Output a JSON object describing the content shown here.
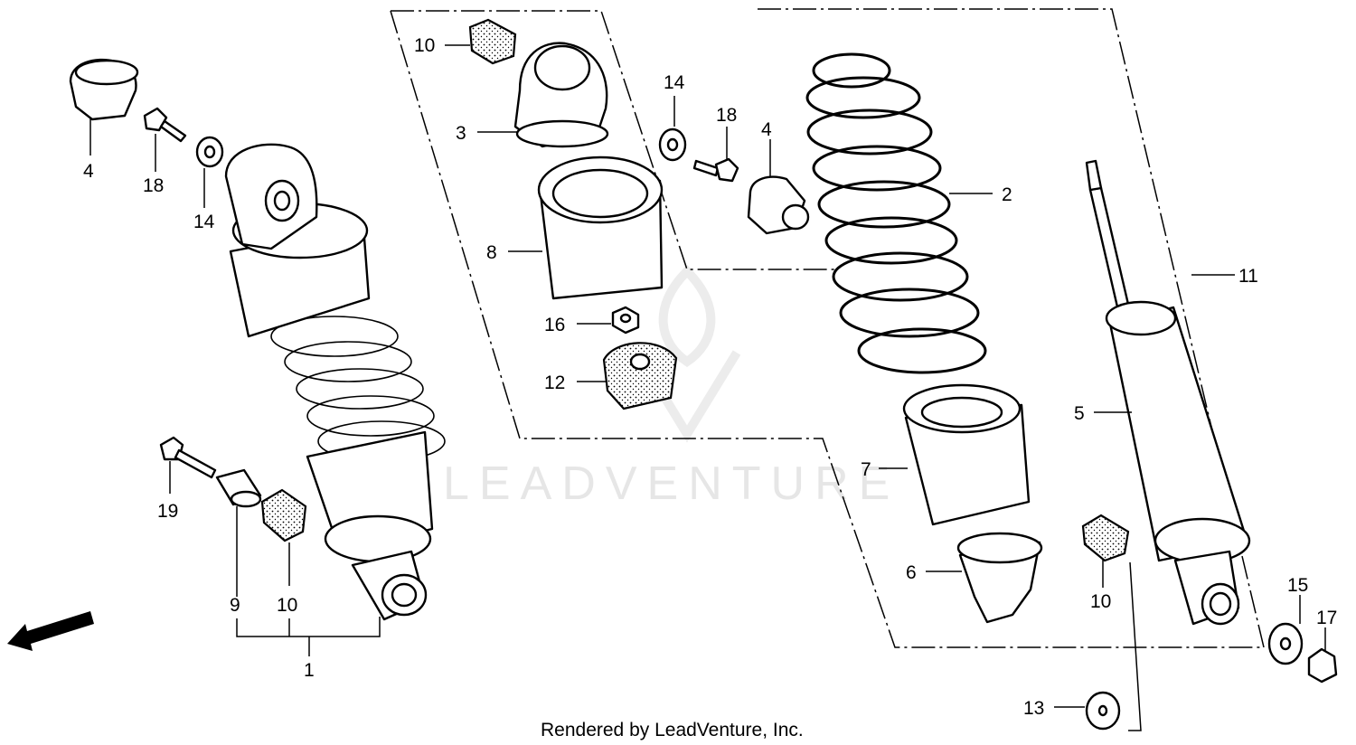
{
  "diagram": {
    "footer": "Rendered by LeadVenture, Inc.",
    "watermark": "LEADVENTURE",
    "direction_label": "FWD",
    "callouts": {
      "p1": "1",
      "p2": "2",
      "p3": "3",
      "p4a": "4",
      "p4b": "4",
      "p5": "5",
      "p6": "6",
      "p7": "7",
      "p8": "8",
      "p9": "9",
      "p10a": "10",
      "p10b": "10",
      "p10c": "10",
      "p11": "11",
      "p12": "12",
      "p13": "13",
      "p14a": "14",
      "p14b": "14",
      "p15": "15",
      "p16": "16",
      "p17": "17",
      "p18a": "18",
      "p18b": "18",
      "p19": "19"
    }
  }
}
